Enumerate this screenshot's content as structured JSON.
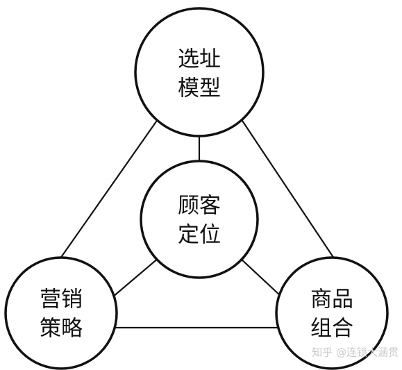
{
  "nodes": {
    "top": {
      "line1": "选址",
      "line2": "模型"
    },
    "center": {
      "line1": "顾客",
      "line2": "定位"
    },
    "left": {
      "line1": "营销",
      "line2": "策略"
    },
    "right": {
      "line1": "商品",
      "line2": "组合"
    }
  },
  "watermark": "知乎 @连锁大涵贯",
  "colors": {
    "stroke": "#111111",
    "background": "#ffffff",
    "watermark": "#c9c9c9"
  }
}
